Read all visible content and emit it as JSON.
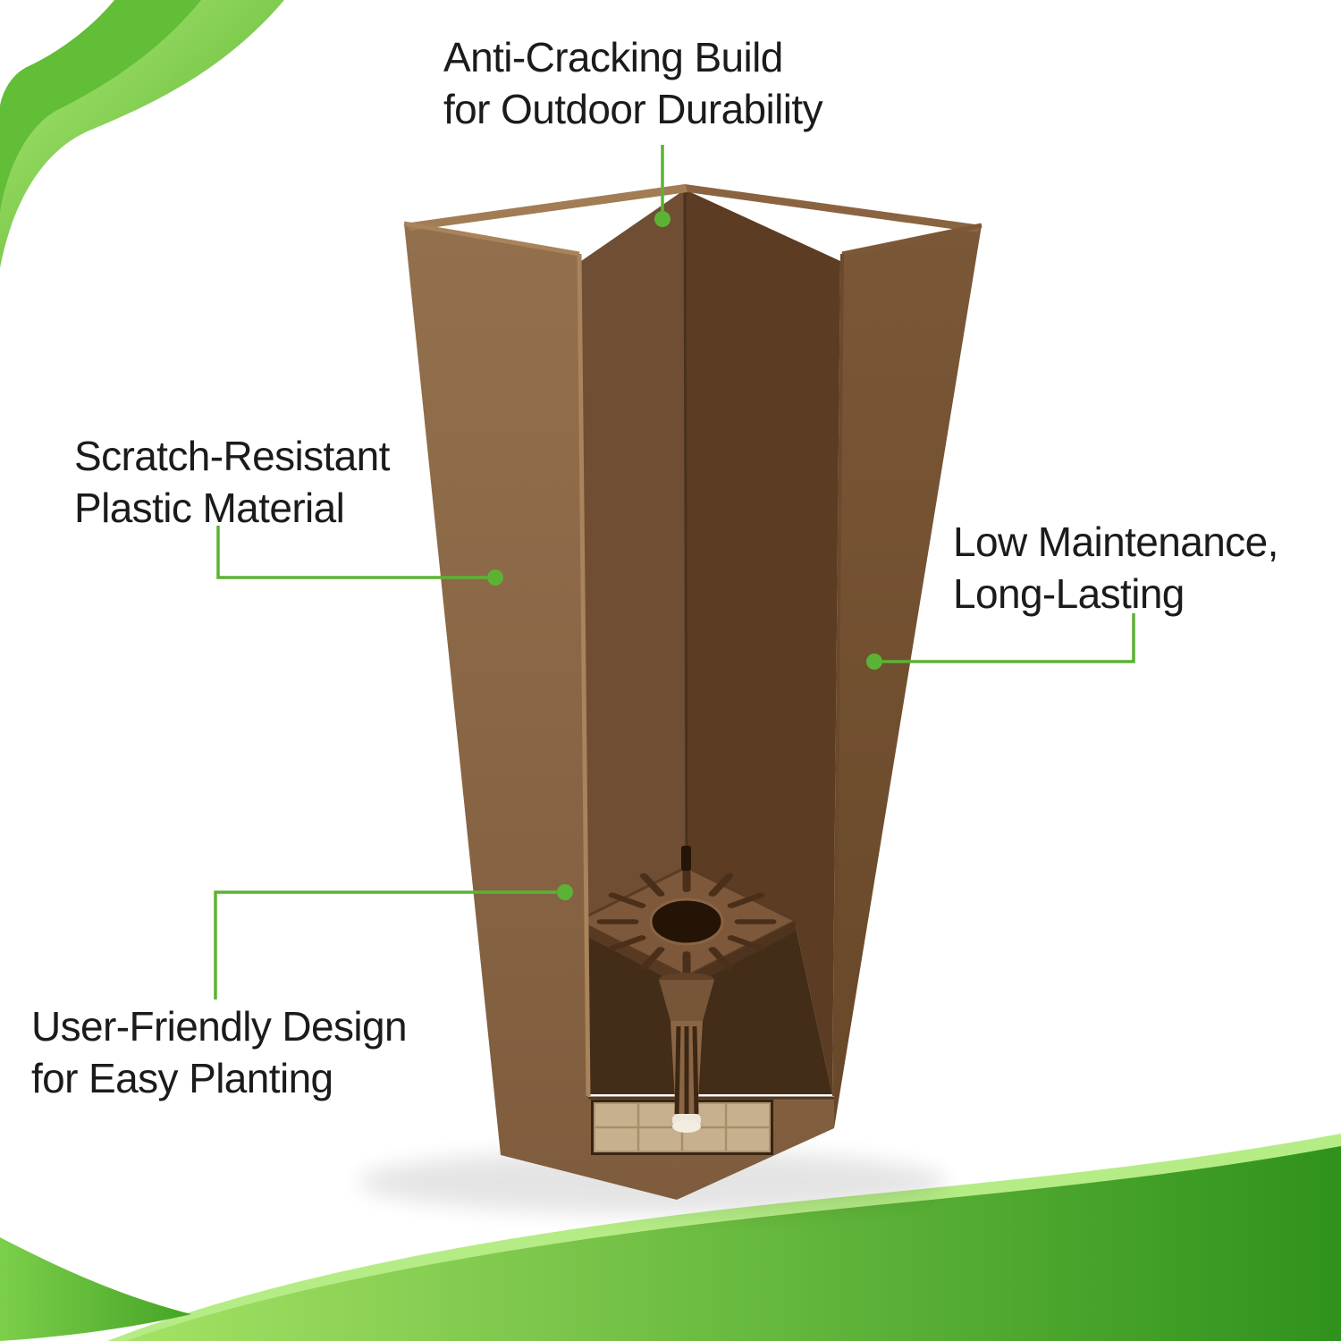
{
  "theme": {
    "background": "#ffffff",
    "accent_green": "#5cb234",
    "green_light": "#9fe368",
    "green_dark": "#3f9e23",
    "planter_brown": "#8a6546",
    "planter_dark_brown": "#5d3d24",
    "text_color": "#1b1b1b"
  },
  "product": {
    "illustration": "tall-square-self-watering-planter-cutaway"
  },
  "callouts": {
    "top": {
      "line1": "Anti-Cracking Build",
      "line2": "for Outdoor Durability"
    },
    "left": {
      "line1": "Scratch-Resistant",
      "line2": "Plastic Material"
    },
    "right": {
      "line1": "Low Maintenance,",
      "line2": "Long-Lasting"
    },
    "bottom": {
      "line1": "User-Friendly Design",
      "line2": "for Easy Planting"
    }
  }
}
